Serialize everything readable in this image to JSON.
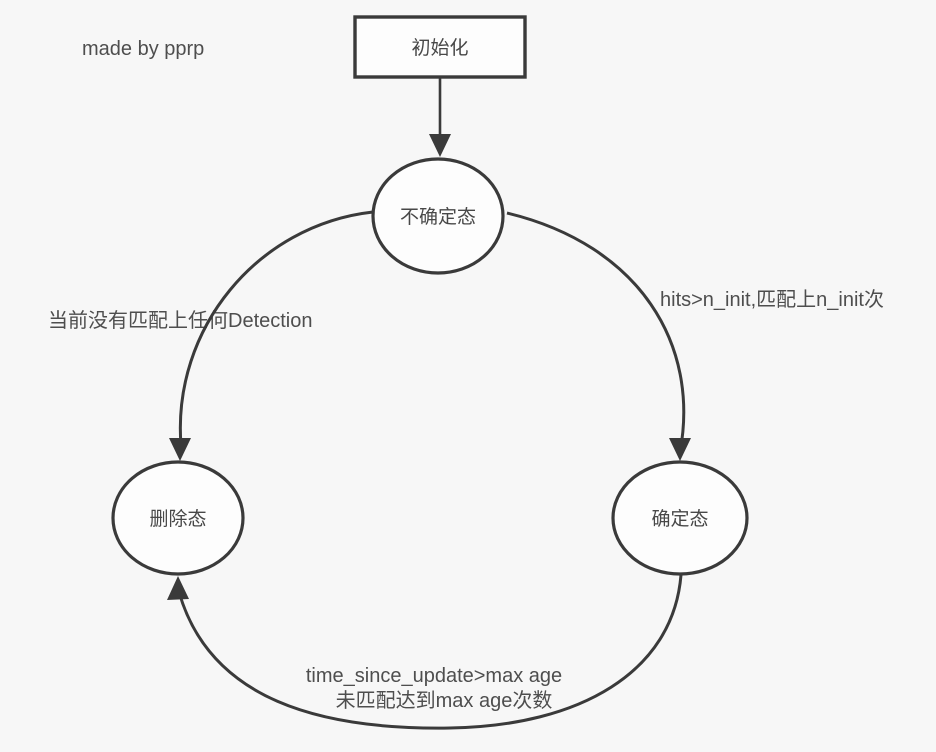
{
  "credit": "made by pprp",
  "style": {
    "background": "#f7f7f7",
    "line": "#3a3a3a",
    "label_text": "#4e4e4e",
    "node_fill": "#fdfdfd",
    "node_text": "#484848"
  },
  "nodes": {
    "init": {
      "label": "初始化",
      "shape": "rectangle"
    },
    "tentative": {
      "label": "不确定态",
      "shape": "ellipse"
    },
    "deleted": {
      "label": "删除态",
      "shape": "ellipse"
    },
    "confirmed": {
      "label": "确定态",
      "shape": "ellipse"
    }
  },
  "edges": {
    "init_to_tentative": {
      "from": "init",
      "to": "tentative",
      "label": ""
    },
    "tentative_to_deleted": {
      "from": "tentative",
      "to": "deleted",
      "label": "当前没有匹配上任何Detection"
    },
    "tentative_to_confirmed": {
      "from": "tentative",
      "to": "confirmed",
      "label": "hits>n_init,匹配上n_init次"
    },
    "confirmed_to_deleted": {
      "from": "confirmed",
      "to": "deleted",
      "label_line1": "time_since_update>max age",
      "label_line2": "未匹配达到max age次数"
    }
  }
}
